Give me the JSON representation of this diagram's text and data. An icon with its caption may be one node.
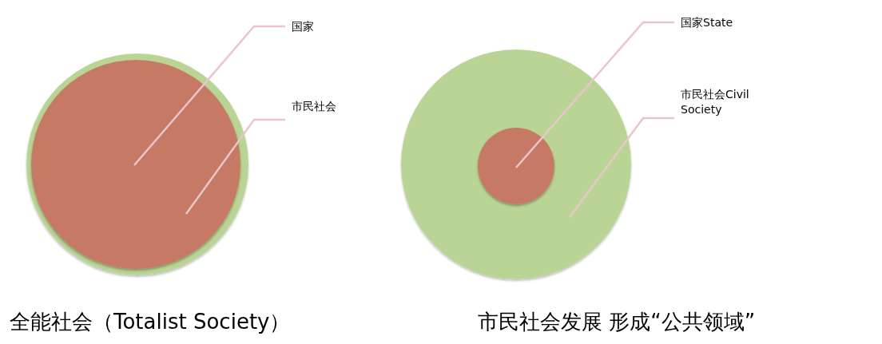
{
  "diagram": {
    "nodes": [
      {
        "text": [],
        "shape": "circle"
      },
      {
        "text": [],
        "shape": "circle"
      },
      {
        "text": [
          "国家"
        ]
      },
      {
        "text": [
          "市民社会"
        ]
      },
      {
        "text": [],
        "shape": "circle"
      },
      {
        "text": [],
        "shape": "circle",
        "in": 4
      },
      {
        "text": [
          "国家State"
        ]
      },
      {
        "text": [
          "市民社会Civil Society"
        ]
      }
    ],
    "edges": [
      {
        "from": 2,
        "to": 1,
        "arrow": "none"
      },
      {
        "from": 3,
        "to": 0,
        "arrow": "none"
      },
      {
        "from": 6,
        "to": 5,
        "arrow": "none"
      },
      {
        "from": 7,
        "to": 4,
        "arrow": "none"
      }
    ],
    "labels": [
      "全能社会（Totalist Society）",
      "市民社会发展 形成“公共领域”"
    ]
  }
}
